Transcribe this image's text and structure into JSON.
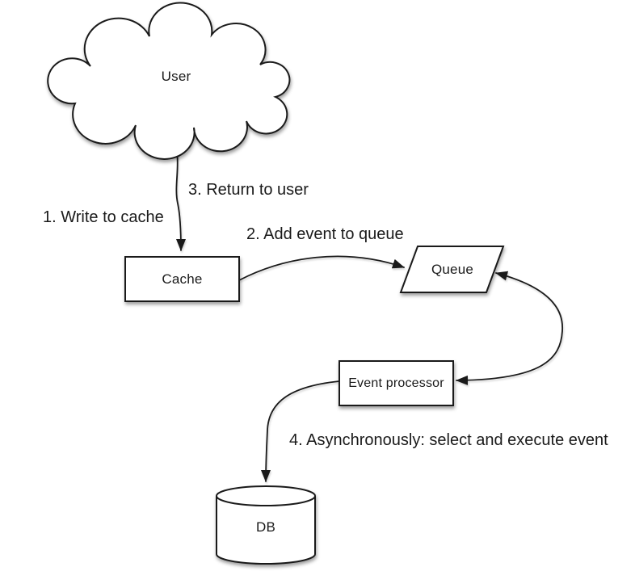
{
  "diagram": {
    "type": "flowchart",
    "description": "Write-behind cache event flow",
    "colors": {
      "background": "#ffffff",
      "stroke": "#1a1a1a",
      "shape_fill": "#ffffff",
      "text": "#1a1a1a"
    },
    "nodes": [
      {
        "id": "user",
        "label": "User",
        "shape": "cloud"
      },
      {
        "id": "cache",
        "label": "Cache",
        "shape": "rectangle"
      },
      {
        "id": "queue",
        "label": "Queue",
        "shape": "parallelogram"
      },
      {
        "id": "event_processor",
        "label": "Event processor",
        "shape": "rectangle"
      },
      {
        "id": "db",
        "label": "DB",
        "shape": "cylinder"
      }
    ],
    "edges": [
      {
        "from": "user",
        "to": "cache",
        "style": "curved",
        "arrow": "single",
        "labels": [
          "1. Write to cache",
          "3. Return to user"
        ]
      },
      {
        "from": "cache",
        "to": "queue",
        "style": "curved",
        "arrow": "single",
        "labels": [
          "2. Add event to queue"
        ]
      },
      {
        "from": "queue",
        "to": "event_processor",
        "style": "curved-loop-right",
        "arrow": "double",
        "labels": []
      },
      {
        "from": "event_processor",
        "to": "db",
        "style": "curved",
        "arrow": "single",
        "labels": [
          "4. Asynchronously: select and execute event"
        ]
      }
    ],
    "labels": {
      "user": "User",
      "cache": "Cache",
      "queue": "Queue",
      "event_processor": "Event processor",
      "db": "DB",
      "step1": "1. Write to cache",
      "step2": "2. Add event to queue",
      "step3": "3. Return to user",
      "step4": "4. Asynchronously: select and execute event"
    }
  }
}
